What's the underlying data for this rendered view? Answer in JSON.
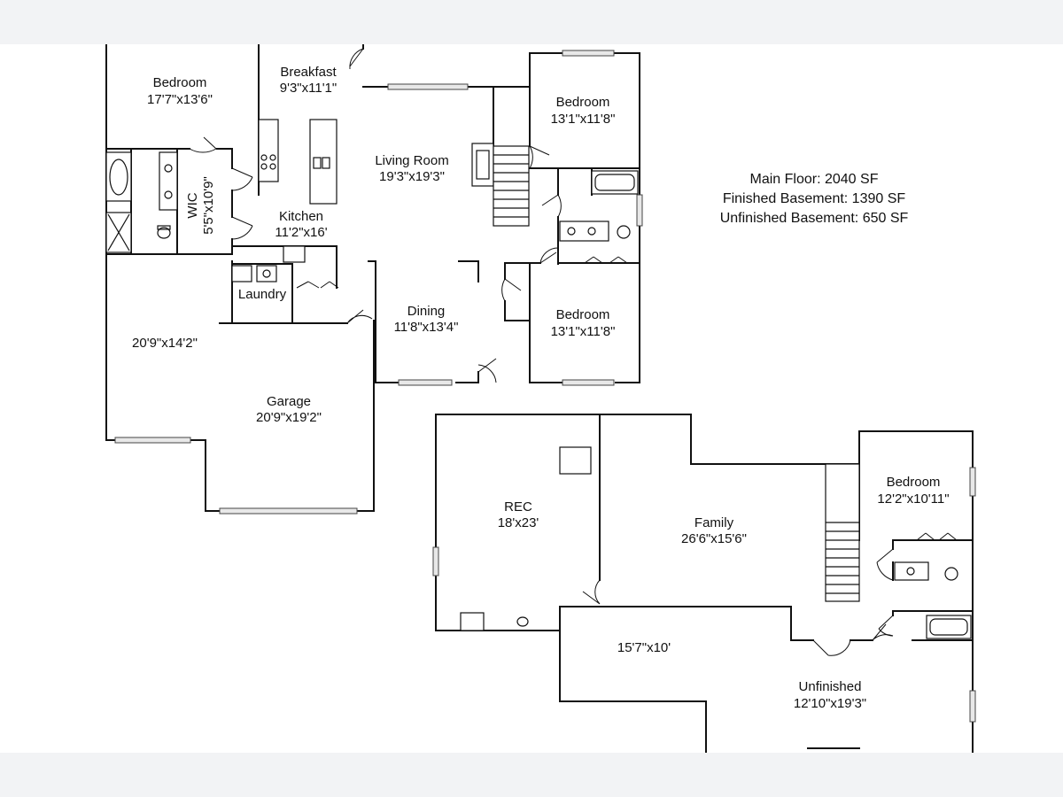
{
  "summary": {
    "main_floor": "Main Floor: 2040 SF",
    "finished_basement": "Finished Basement: 1390 SF",
    "unfinished_basement": "Unfinished Basement: 650 SF"
  },
  "rooms": {
    "bedroom_master": {
      "name": "Bedroom",
      "dim": "17'7\"x13'6\""
    },
    "breakfast": {
      "name": "Breakfast",
      "dim": "9'3\"x11'1\""
    },
    "bedroom_ne": {
      "name": "Bedroom",
      "dim": "13'1\"x11'8\""
    },
    "living": {
      "name": "Living Room",
      "dim": "19'3\"x19'3\""
    },
    "wic": {
      "name": "WIC",
      "dim": "5'5\"x10'9\""
    },
    "kitchen": {
      "name": "Kitchen",
      "dim": "11'2\"x16'"
    },
    "laundry": {
      "name": "Laundry"
    },
    "dining": {
      "name": "Dining",
      "dim": "11'8\"x13'4\""
    },
    "bedroom_se": {
      "name": "Bedroom",
      "dim": "13'1\"x11'8\""
    },
    "garage_bay": {
      "dim": "20'9\"x14'2\""
    },
    "garage": {
      "name": "Garage",
      "dim": "20'9\"x19'2\""
    },
    "rec": {
      "name": "REC",
      "dim": "18'x23'"
    },
    "family": {
      "name": "Family",
      "dim": "26'6\"x15'6\""
    },
    "bedroom_basement": {
      "name": "Bedroom",
      "dim": "12'2\"x10'11\""
    },
    "storage": {
      "dim": "15'7\"x10'"
    },
    "unfinished": {
      "name": "Unfinished",
      "dim": "12'10\"x19'3\""
    }
  }
}
